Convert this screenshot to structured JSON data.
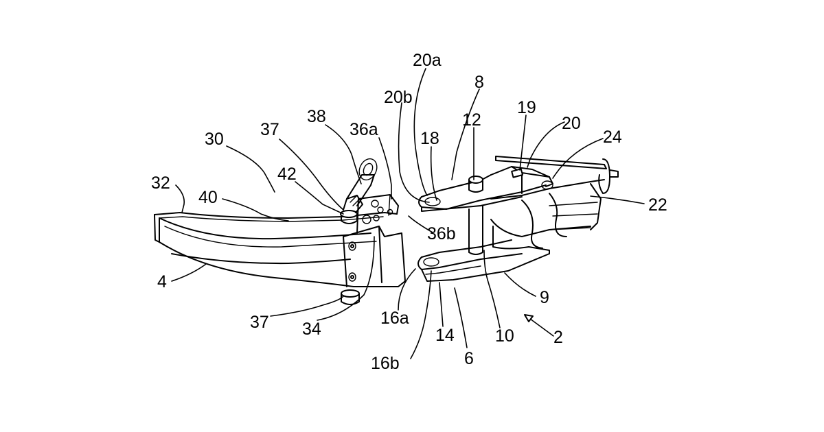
{
  "labels": {
    "l20a": "20a",
    "l8": "8",
    "l20b": "20b",
    "l12": "12",
    "l19": "19",
    "l20": "20",
    "l24": "24",
    "l18": "18",
    "l38": "38",
    "l37_top": "37",
    "l36a": "36a",
    "l30": "30",
    "l42": "42",
    "l32": "32",
    "l40": "40",
    "l22": "22",
    "l36b": "36b",
    "l4": "4",
    "l9": "9",
    "l37_bottom": "37",
    "l34": "34",
    "l16a": "16a",
    "l14": "14",
    "l10": "10",
    "l2": "2",
    "l6": "6",
    "l16b": "16b"
  },
  "colors": {
    "ink": "#000000",
    "paper": "#ffffff"
  }
}
